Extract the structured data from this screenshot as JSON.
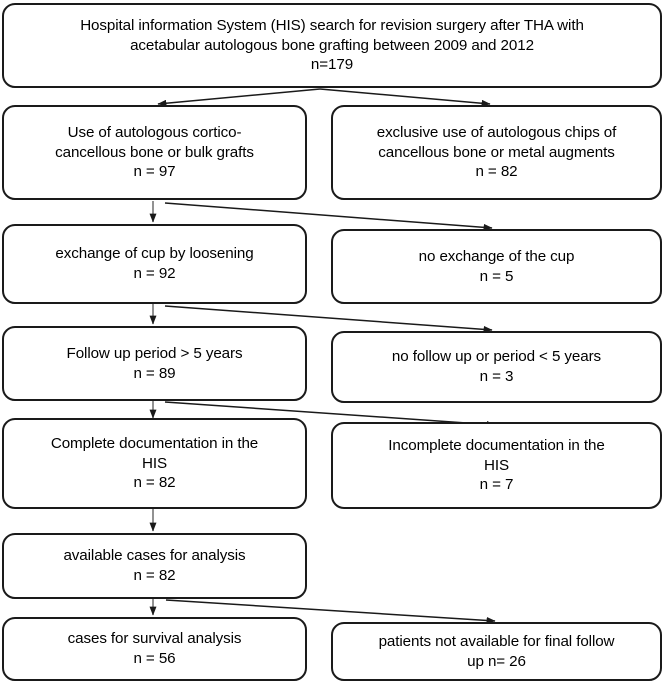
{
  "diagram": {
    "title": "Hospital information System (HIS) search for revision surgery after THA with acetabular autologous bone grafting between 2009 and 2012",
    "type": "flowchart",
    "nodes": [
      {
        "id": "his-search",
        "line1": "Hospital information System (HIS) search for revision surgery after THA with",
        "line2": "acetabular autologous bone grafting between 2009 and 2012",
        "count": "n=179"
      },
      {
        "id": "cortico-cancellous",
        "line1": "Use of autologous cortico-",
        "line2": "cancellous bone or bulk grafts",
        "count": "n = 97"
      },
      {
        "id": "chips-or-augments",
        "line1": "exclusive use of autologous chips of",
        "line2": "cancellous bone or metal augments",
        "count": "n = 82"
      },
      {
        "id": "cup-exchange",
        "line1": "exchange of cup by loosening",
        "line2": "",
        "count": "n = 92"
      },
      {
        "id": "no-cup-exchange",
        "line1": "no exchange of the cup",
        "line2": "",
        "count": "n = 5"
      },
      {
        "id": "followup-over-5",
        "line1": "Follow up period > 5 years",
        "line2": "",
        "count": "n = 89"
      },
      {
        "id": "followup-under-5",
        "line1": "no follow up or period < 5 years",
        "line2": "",
        "count": "n = 3"
      },
      {
        "id": "complete-documentation",
        "line1": "Complete documentation in the",
        "line2": "HIS",
        "count": "n = 82"
      },
      {
        "id": "incomplete-documentation",
        "line1": "Incomplete documentation in the",
        "line2": "HIS",
        "count": "n = 7"
      },
      {
        "id": "available-cases",
        "line1": "available cases for analysis",
        "line2": "",
        "count": "n = 82"
      },
      {
        "id": "survival-analysis",
        "line1": "cases for survival analysis",
        "line2": "",
        "count": "n = 56"
      },
      {
        "id": "not-available-followup",
        "line1": "patients not available for final follow",
        "line2": "up n= 26",
        "count": ""
      }
    ],
    "colors": {
      "stroke": "#1a1a1a",
      "background": "#ffffff",
      "text": "#000000",
      "connector": "#1a1a1a"
    }
  }
}
